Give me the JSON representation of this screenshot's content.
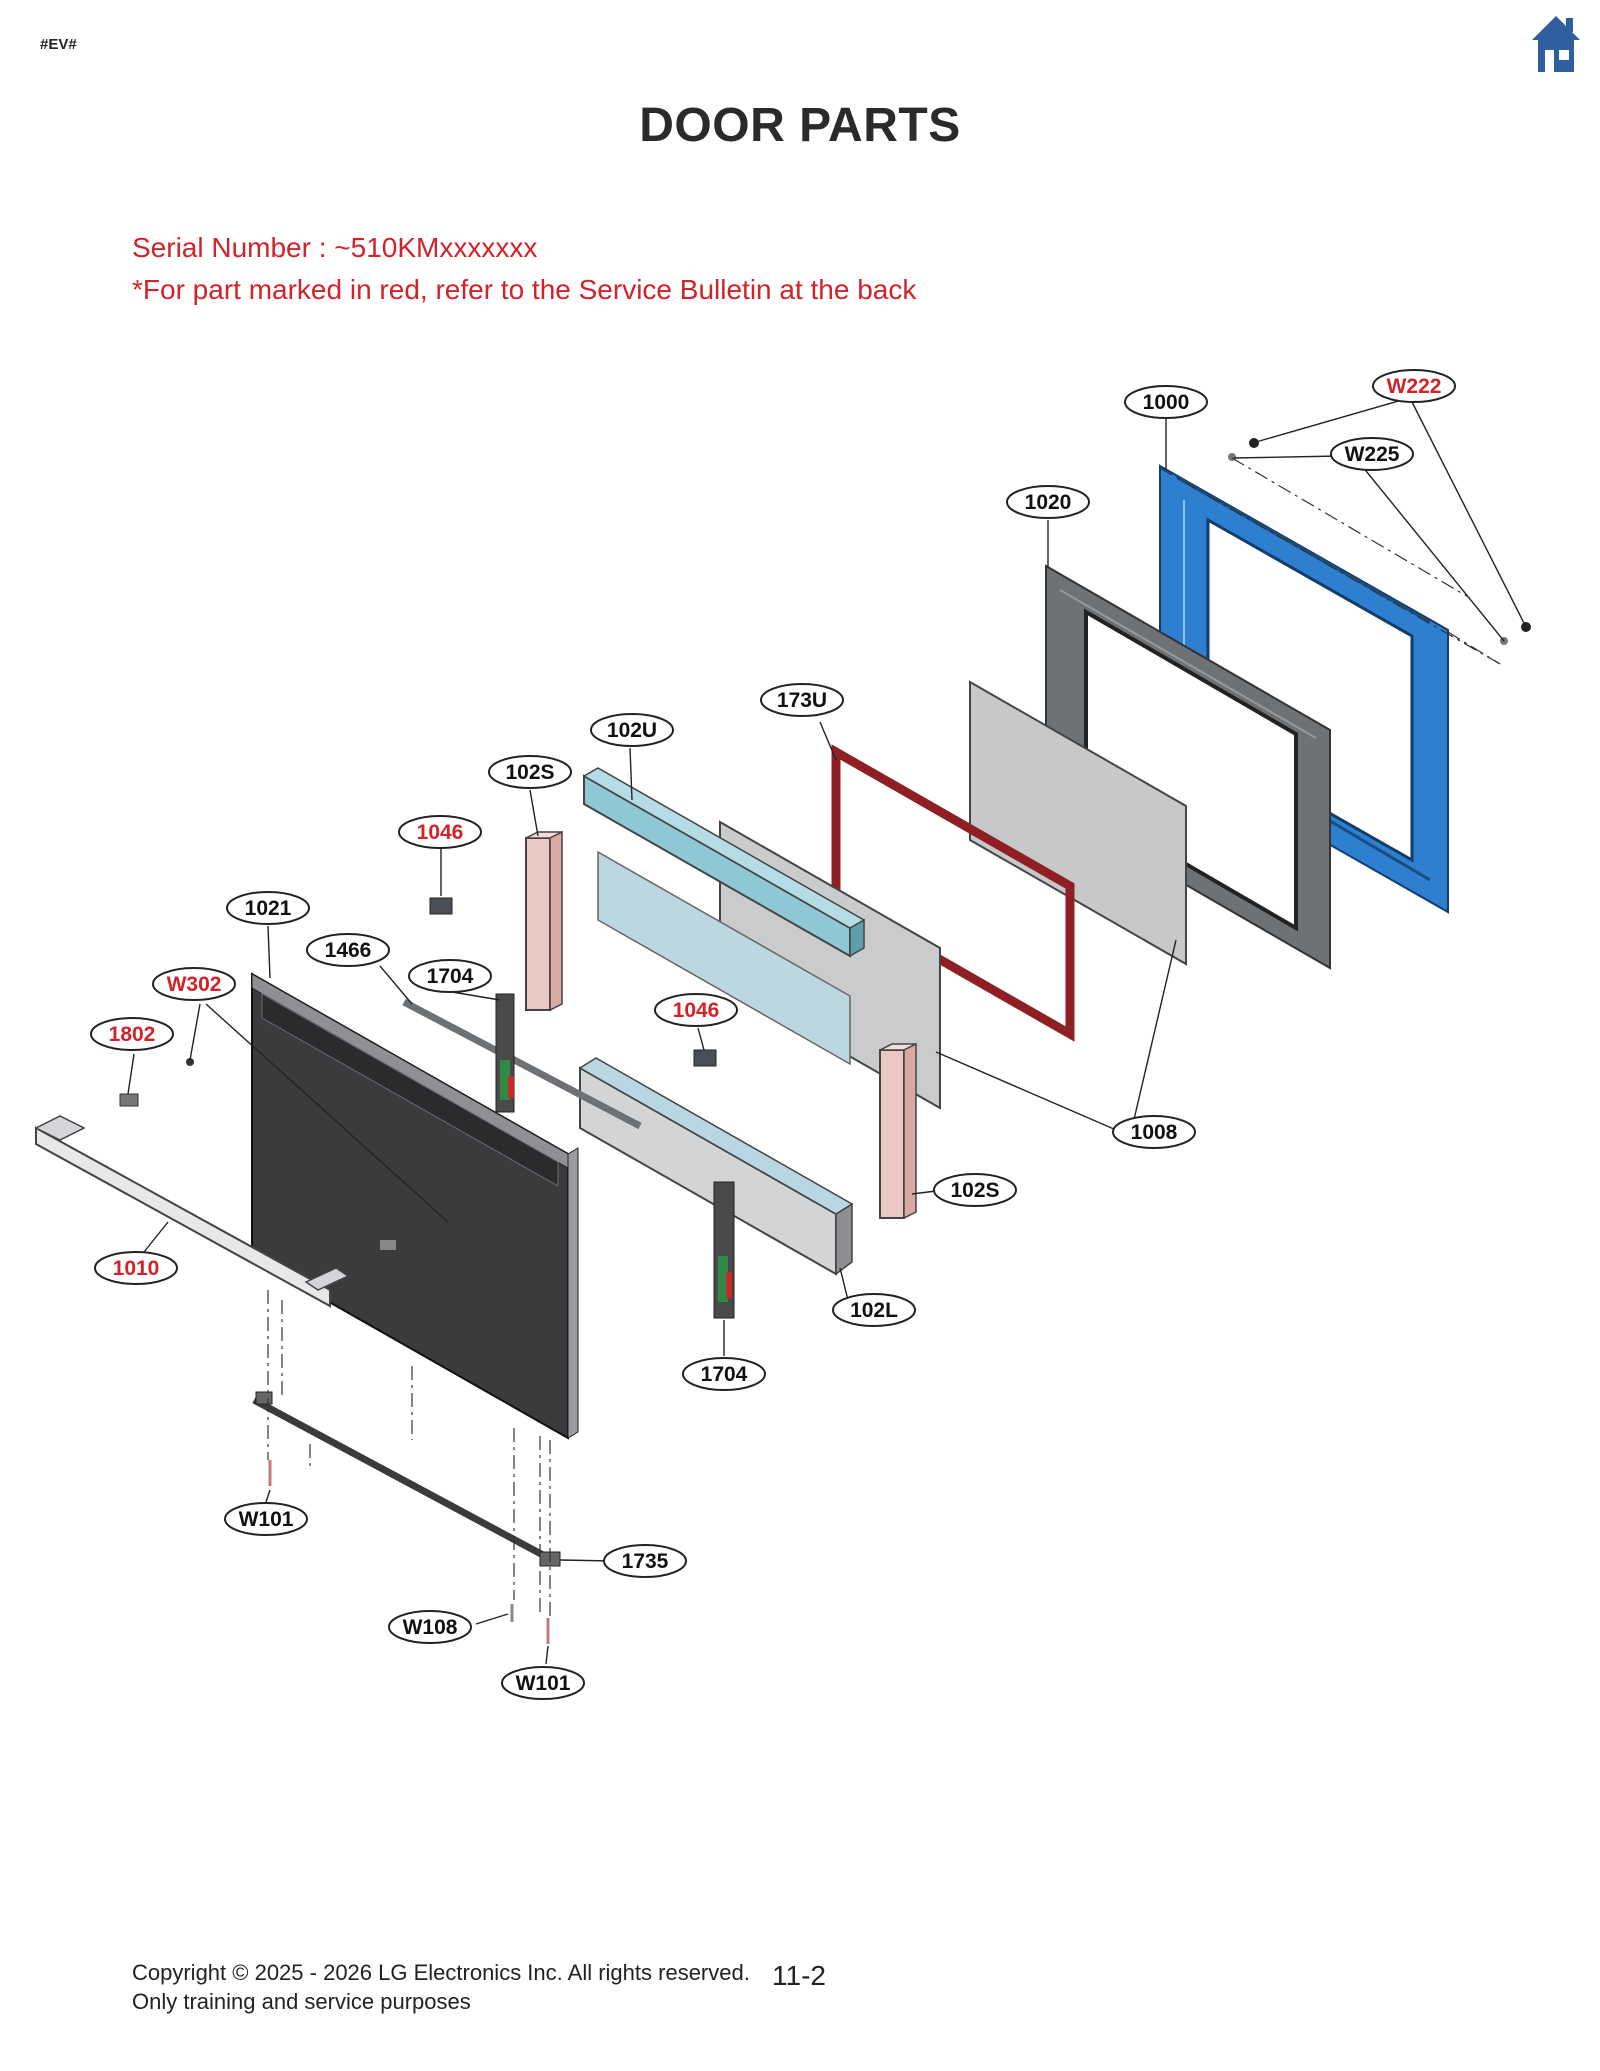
{
  "header": {
    "tag": "#EV#",
    "title": "DOOR PARTS"
  },
  "notice": {
    "serial": "Serial Number : ~510KMxxxxxxx",
    "note": "*For part marked in red, refer to the Service Bulletin at the back"
  },
  "colors": {
    "red_part": "#d2232a",
    "normal_part": "#111111",
    "home_icon": "#2f5f9e",
    "back_frame": "#2e7fd0",
    "gasket": "#8f1f22",
    "glass": "#c9cbcd",
    "support": "#e9c2bf"
  },
  "callouts": [
    {
      "id": "1000",
      "red": false
    },
    {
      "id": "W222",
      "red": true
    },
    {
      "id": "W225",
      "red": false
    },
    {
      "id": "1020",
      "red": false
    },
    {
      "id": "173U",
      "red": false
    },
    {
      "id": "102U",
      "red": false
    },
    {
      "id": "102S",
      "red": false
    },
    {
      "id": "1046",
      "red": true
    },
    {
      "id": "1021",
      "red": false
    },
    {
      "id": "1466",
      "red": false
    },
    {
      "id": "1704",
      "red": false
    },
    {
      "id": "W302",
      "red": true
    },
    {
      "id": "1046",
      "red": true
    },
    {
      "id": "1802",
      "red": true
    },
    {
      "id": "1008",
      "red": false
    },
    {
      "id": "102S",
      "red": false
    },
    {
      "id": "1010",
      "red": true
    },
    {
      "id": "102L",
      "red": false
    },
    {
      "id": "1704",
      "red": false
    },
    {
      "id": "W101",
      "red": false
    },
    {
      "id": "1735",
      "red": false
    },
    {
      "id": "W108",
      "red": false
    },
    {
      "id": "W101",
      "red": false
    }
  ],
  "footer": {
    "copyright": "Copyright © 2025 - 2026 LG Electronics Inc. All rights reserved.",
    "purpose": "Only training and service purposes",
    "page": "11-2"
  }
}
